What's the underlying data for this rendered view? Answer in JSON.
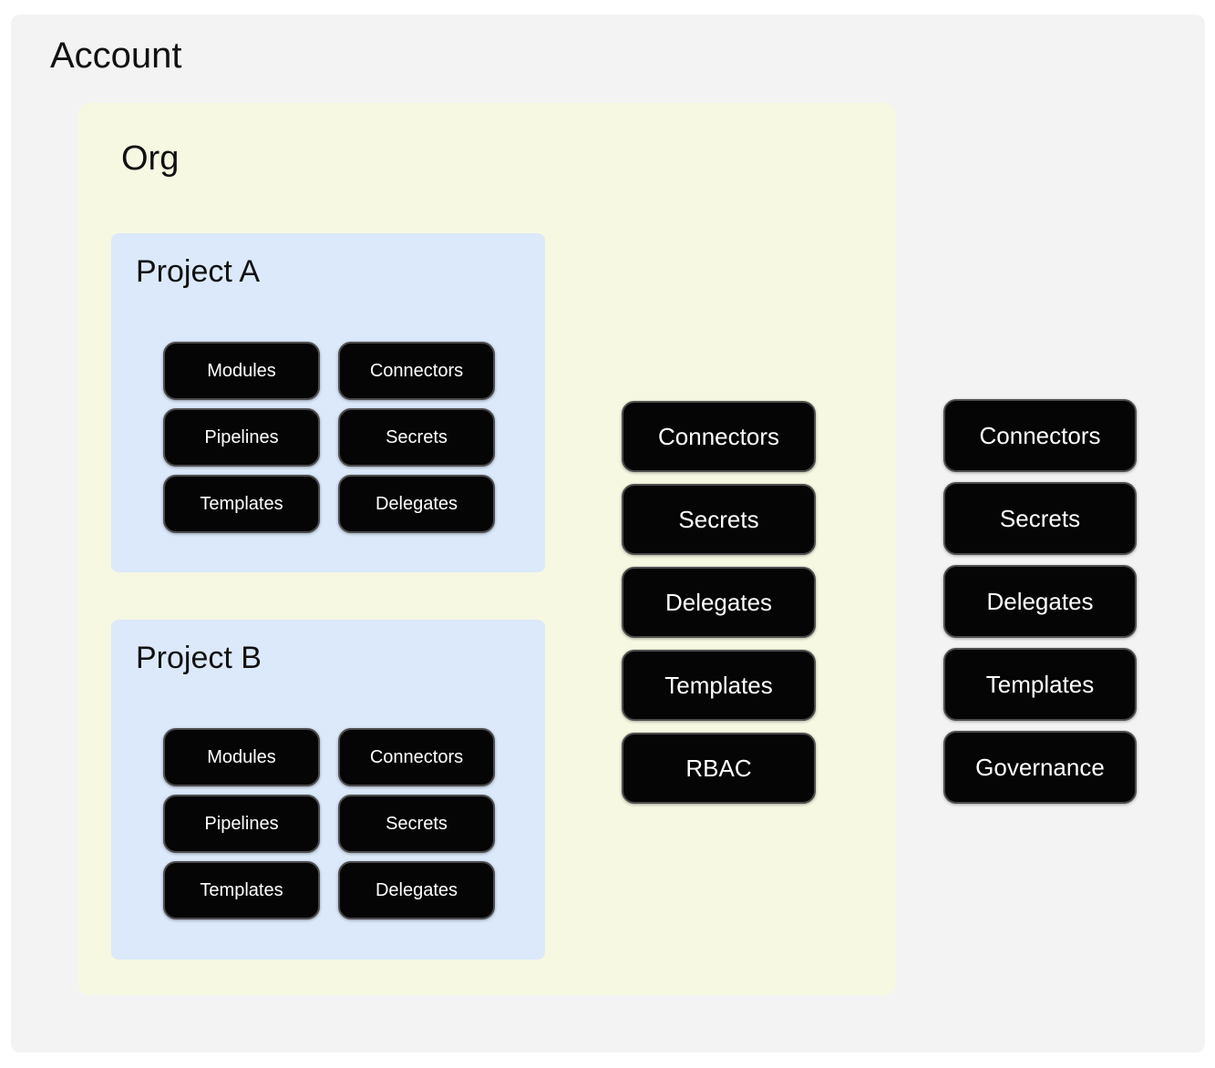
{
  "colors": {
    "page-bg": "#ffffff",
    "account-bg": "#f3f3f3",
    "org-bg": "#f6f8e2",
    "project-bg": "#dbe9fb",
    "pill-bg": "#050505",
    "pill-border": "#4d4d4d",
    "pill-text": "#ffffff",
    "title-text": "#111111"
  },
  "account": {
    "title": "Account",
    "pills": [
      "Connectors",
      "Secrets",
      "Delegates",
      "Templates",
      "Governance"
    ]
  },
  "org": {
    "title": "Org",
    "pills": [
      "Connectors",
      "Secrets",
      "Delegates",
      "Templates",
      "RBAC"
    ],
    "projects": [
      {
        "title": "Project A",
        "pills": [
          "Modules",
          "Connectors",
          "Pipelines",
          "Secrets",
          "Templates",
          "Delegates"
        ]
      },
      {
        "title": "Project B",
        "pills": [
          "Modules",
          "Connectors",
          "Pipelines",
          "Secrets",
          "Templates",
          "Delegates"
        ]
      }
    ]
  }
}
